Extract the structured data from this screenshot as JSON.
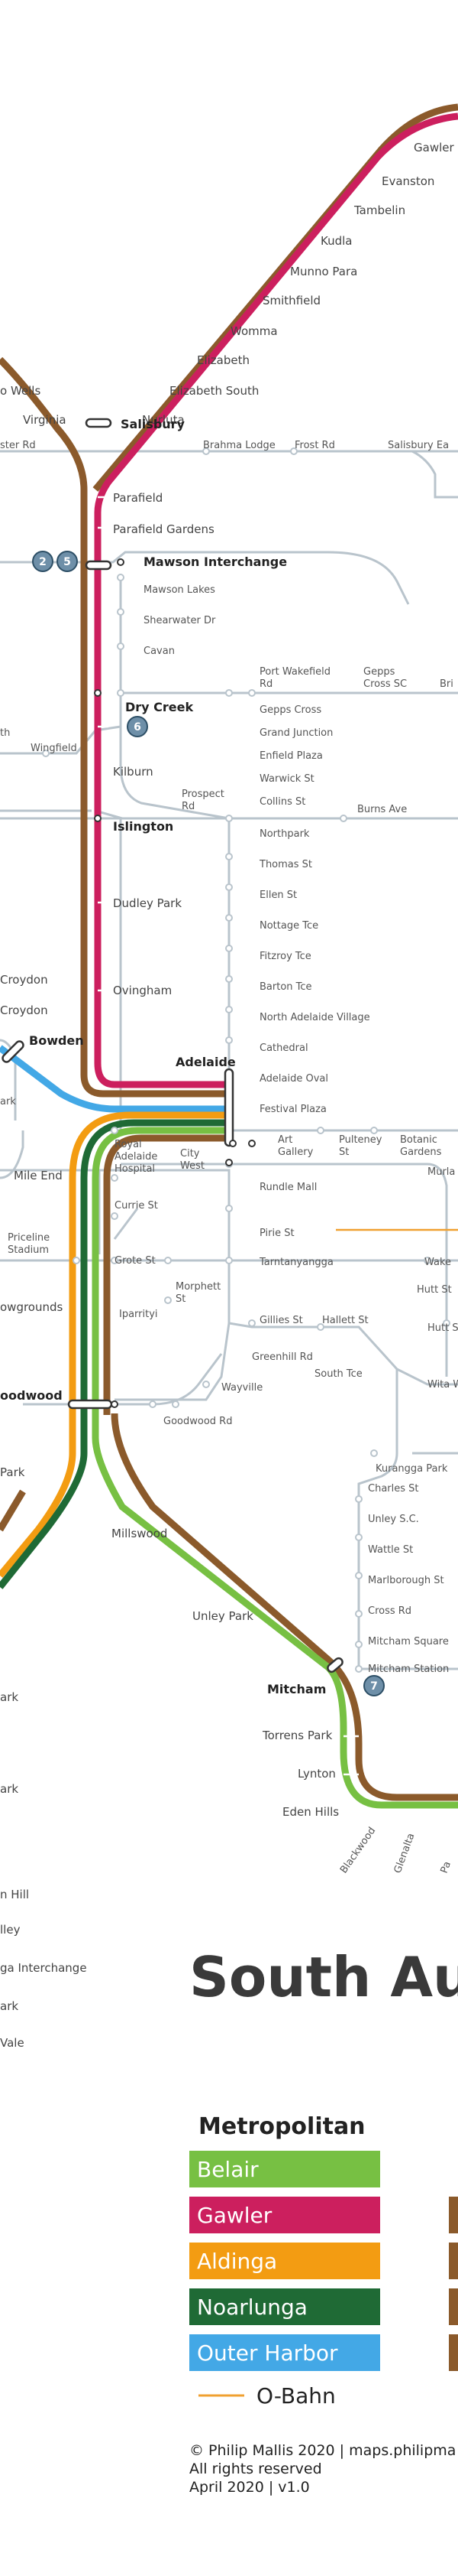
{
  "colors": {
    "belair": "#77c043",
    "gawler": "#cc1f5e",
    "aldinga": "#f39c12",
    "noarlunga": "#1f6a35",
    "outer_harbor": "#43a8e6",
    "obahn": "#f0a030",
    "brown": "#8b5a2b",
    "bus": "#b9c4cc",
    "badge": "#6e8fa8"
  },
  "title": "South Aus",
  "legend": {
    "heading": "Metropolitan",
    "lines": [
      "Belair",
      "Gawler",
      "Aldinga",
      "Noarlunga",
      "Outer Harbor"
    ],
    "obahn": "O-Bahn"
  },
  "credits": [
    "© Philip Mallis 2020 | maps.philipma",
    "All rights reserved",
    "April 2020 | v1.0"
  ],
  "badges": {
    "b2": "2",
    "b5": "5",
    "b6": "6",
    "b7": "7"
  },
  "labels": {
    "gawler": "Gawler",
    "evanston": "Evanston",
    "tambelin": "Tambelin",
    "kudla": "Kudla",
    "munno_para": "Munno Para",
    "smithfield": "Smithfield",
    "womma": "Womma",
    "elizabeth": "Elizabeth",
    "elizabeth_south": "Elizabeth South",
    "nurluta": "Nurluta",
    "wells": "o Wells",
    "virginia": "Virginia",
    "ster_rd": "ster Rd",
    "salisbury": "Salisbury",
    "brahma_lodge": "Brahma Lodge",
    "frost_rd": "Frost Rd",
    "salisbury_east": "Salisbury Ea",
    "parafield": "Parafield",
    "parafield_gardens": "Parafield Gardens",
    "mawson_interchange": "Mawson Interchange",
    "mawson_lakes": "Mawson Lakes",
    "shearwater_dr": "Shearwater Dr",
    "cavan": "Cavan",
    "port_wakefield_rd_1": "Port Wakefield",
    "port_wakefield_rd_2": "Rd",
    "gepps_cross_sc_1": "Gepps",
    "gepps_cross_sc_2": "Cross SC",
    "bri": "Bri",
    "dry_creek": "Dry Creek",
    "gepps_cross": "Gepps Cross",
    "grand_junction": "Grand Junction",
    "enfield_plaza": "Enfield Plaza",
    "warwick_st": "Warwick St",
    "th": "th",
    "wingfield": "Wingfield",
    "kilburn": "Kilburn",
    "prospect_rd_1": "Prospect",
    "prospect_rd_2": "Rd",
    "collins_st": "Collins St",
    "burns_ave": "Burns Ave",
    "islington": "Islington",
    "northpark": "Northpark",
    "thomas_st": "Thomas St",
    "dudley_park": "Dudley Park",
    "ellen_st": "Ellen St",
    "nottage_tce": "Nottage Tce",
    "fitzroy_tce": "Fitzroy Tce",
    "ovingham": "Ovingham",
    "barton_tce": "Barton Tce",
    "croydon_1": "Croydon",
    "croydon_2": "Croydon",
    "north_adelaide_village": "North Adelaide Village",
    "bowden": "Bowden",
    "cathedral": "Cathedral",
    "adelaide_oval": "Adelaide Oval",
    "adelaide": "Adelaide",
    "ark": "ark",
    "festival_plaza": "Festival Plaza",
    "art_gallery_1": "Art",
    "art_gallery_2": "Gallery",
    "pulteney_st_1": "Pulteney",
    "pulteney_st_2": "St",
    "botanic_gardens_1": "Botanic",
    "botanic_gardens_2": "Gardens",
    "royal_adelaide_1": "Royal",
    "royal_adelaide_2": "Adelaide",
    "royal_adelaide_3": "Hospital",
    "city_west_1": "City",
    "city_west_2": "West",
    "rundle_mall": "Rundle Mall",
    "murla": "Murla",
    "mile_end": "Mile End",
    "currie_st": "Currie St",
    "pirie_st": "Pirie St",
    "priceline_1": "Priceline",
    "priceline_2": "Stadium",
    "grote_st": "Grote St",
    "tarntanyangga": "Tarntanyangga",
    "wake": "Wake",
    "morphett_1": "Morphett",
    "morphett_2": "St",
    "hutt_st": "Hutt St",
    "owgrounds": "owgrounds",
    "iparrityi": "Iparrityi",
    "gillies_st": "Gillies St",
    "hallett_st": "Hallett St",
    "hutt_s2": "Hutt S",
    "greenhill_rd": "Greenhill Rd",
    "south_tce": "South Tce",
    "wita": "Wita W",
    "goodwood": "oodwood",
    "wayville": "Wayville",
    "goodwood_rd": "Goodwood Rd",
    "kurangga_park": "Kurangga Park",
    "park_l": "Park",
    "charles_st": "Charles St",
    "millswood": "Millswood",
    "unley_sc": "Unley S.C.",
    "wattle_st": "Wattle St",
    "marlborough_st": "Marlborough St",
    "unley_park": "Unley Park",
    "cross_rd": "Cross Rd",
    "mitcham_square": "Mitcham Square",
    "mitcham_station": "Mitcham Station",
    "ark_2": "ark",
    "mitcham": "Mitcham",
    "torrens_park": "Torrens Park",
    "ark_3": "ark",
    "lynton": "Lynton",
    "eden_hills": "Eden Hills",
    "blackwood": "Blackwood",
    "glenalta": "Glenalta",
    "pa": "Pa",
    "n_hill": "n Hill",
    "lley": "lley",
    "ga_interchange": "ga Interchange",
    "ark_4": "ark",
    "vale": "Vale"
  }
}
